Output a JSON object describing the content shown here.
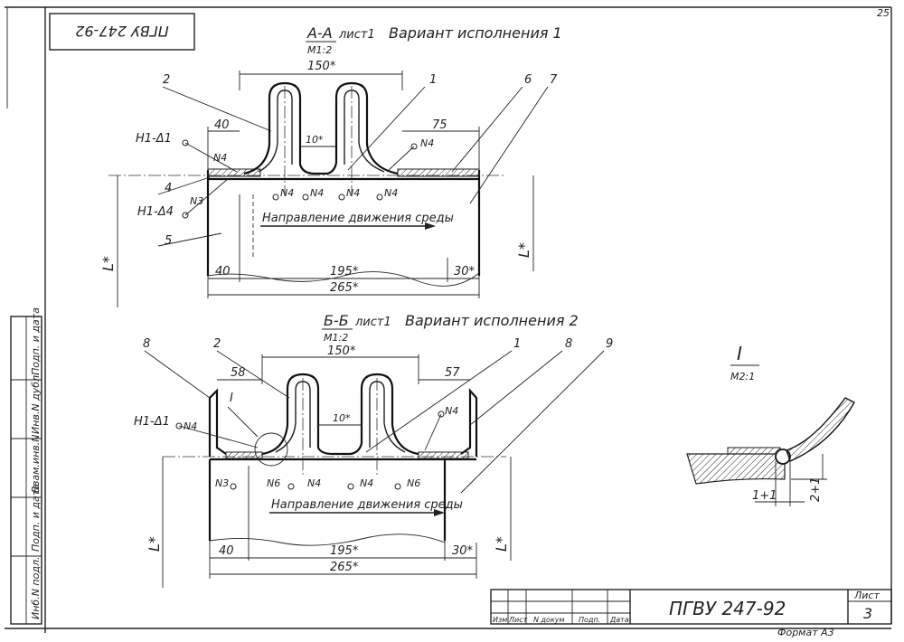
{
  "doc_code_top": "ПГВУ 247-92",
  "page_number": "25",
  "view1": {
    "title": "А-А",
    "sheet_ref": "лист1",
    "variant": "Вариант исполнения 1",
    "scale": "М1:2",
    "dim_top": "150*",
    "dim_40": "40",
    "dim_75": "75",
    "dim_10": "10*",
    "dim_l": "40",
    "dim_mid": "195*",
    "dim_r": "30*",
    "dim_total": "265*",
    "dim_L": "L*",
    "flow": "Направление движения среды",
    "weld_h1": "Н1-Δ1",
    "weld_h1b": "Н1-Δ4",
    "n_labels": [
      "N4",
      "N4",
      "N4",
      "N4",
      "N4",
      "N4",
      "N3"
    ]
  },
  "view2": {
    "title": "Б-Б",
    "sheet_ref": "лист1",
    "variant": "Вариант исполнения 2",
    "scale": "М1:2",
    "dim_top": "150*",
    "dim_58": "58",
    "dim_57": "57",
    "dim_10": "10*",
    "dim_l": "40",
    "dim_mid": "195*",
    "dim_r": "30*",
    "dim_total": "265*",
    "dim_L": "L*",
    "flow": "Направление движения среды",
    "weld_h1": "Н1-Δ1",
    "n_labels": [
      "N4",
      "N4",
      "N3",
      "N6",
      "N4",
      "N4",
      "N6"
    ]
  },
  "detail": {
    "mark": "I",
    "scale": "М2:1",
    "dim_a": "1+1",
    "dim_b": "2+1"
  },
  "callouts": [
    "1",
    "2",
    "4",
    "5",
    "6",
    "7",
    "1",
    "2",
    "8",
    "8",
    "9"
  ],
  "side_labels": [
    "Инб.N подл.",
    "Подп. и дата",
    "Взам.инв.N",
    "Инв.N дубл.",
    "Подп. и дата"
  ],
  "title_block": {
    "code": "ПГВУ 247-92",
    "sheet_label": "Лист",
    "sheet_no": "3",
    "cols": [
      "Изм",
      "Лист",
      "N докум",
      "Подп.",
      "Дата"
    ],
    "format": "Формат А3"
  }
}
